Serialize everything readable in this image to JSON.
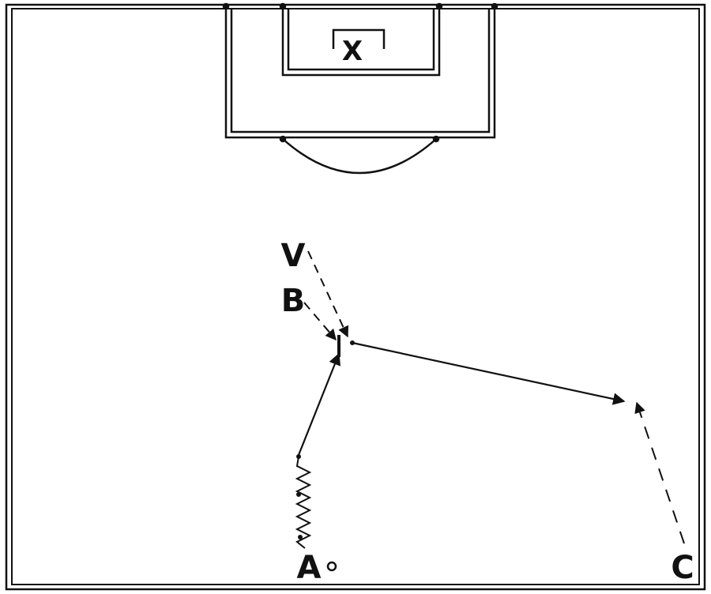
{
  "diagram": {
    "labels": {
      "goalkeeper": "X",
      "player_v": "V",
      "player_b": "B",
      "player_a": "A",
      "player_c": "C"
    },
    "colors": {
      "line": "#111111",
      "background": "#ffffff"
    },
    "icons": [
      "ball-icon"
    ]
  }
}
